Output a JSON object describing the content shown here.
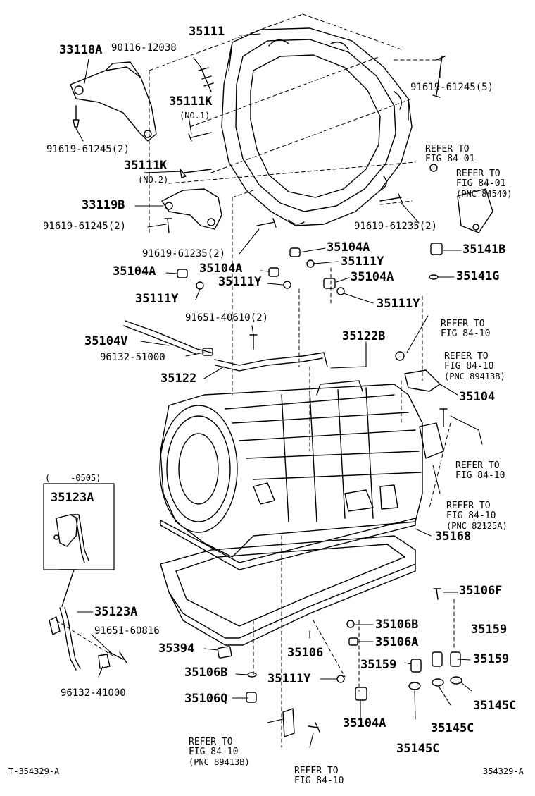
{
  "footer": {
    "left_code": "T-354329-A",
    "right_code": "354329-A"
  },
  "inset": {
    "range_label": "(    -0505)",
    "part": "35123A"
  },
  "refer": {
    "r1": [
      "REFER TO",
      "FIG 84-01"
    ],
    "r2": [
      "REFER TO",
      "FIG 84-01",
      "(PNC 84540)"
    ],
    "r3": [
      "REFER TO",
      "FIG 84-10"
    ],
    "r4": [
      "REFER TO",
      "FIG 84-10",
      "(PNC 89413B)"
    ],
    "r5": [
      "REFER TO",
      "FIG 84-10"
    ],
    "r6": [
      "REFER TO",
      "FIG 84-10",
      "(PNC 82125A)"
    ],
    "r7": [
      "REFER TO",
      "FIG 84-10",
      "(PNC 89413B)"
    ],
    "r8": [
      "REFER TO",
      "FIG 84-10"
    ]
  },
  "labels": {
    "l35111": "35111",
    "l33118A": "33118A",
    "l90116": "90116-12038",
    "l91619_5": "91619-61245(5)",
    "l35111K_1": "35111K",
    "no1": "(NO.1)",
    "l91619_2a": "91619-61245(2)",
    "l35111K_2": "35111K",
    "no2": "(NO.2)",
    "l33119B": "33119B",
    "l91619_2b": "91619-61245(2)",
    "l91619_35a": "91619-61235(2)",
    "l91619_35b": "91619-61235(2)",
    "l35104A_1": "35104A",
    "l35141B": "35141B",
    "l35104A_2": "35104A",
    "l35104A_3": "35104A",
    "l35111Y_1": "35111Y",
    "l35111Y_2": "35111Y",
    "l35104A_4": "35104A",
    "l35141G": "35141G",
    "l35111Y_3": "35111Y",
    "l35111Y_4": "35111Y",
    "l91651_40610": "91651-40610(2)",
    "l35122B": "35122B",
    "l35104V": "35104V",
    "l96132_51000": "96132-51000",
    "l35122": "35122",
    "l35104": "35104",
    "l35168": "35168",
    "l35106F": "35106F",
    "l35123A": "35123A",
    "l91651_60816": "91651-60816",
    "l35106B_1": "35106B",
    "l35106A": "35106A",
    "l35394": "35394",
    "l35106": "35106",
    "l35159_1": "35159",
    "l35159_2": "35159",
    "l35159_3": "35159",
    "l35106B_2": "35106B",
    "l35111Y_5": "35111Y",
    "l96132_41000": "96132-41000",
    "l35145C_1": "35145C",
    "l35106Q": "35106Q",
    "l35145C_2": "35145C",
    "l35104A_5": "35104A",
    "l35145C_3": "35145C"
  }
}
